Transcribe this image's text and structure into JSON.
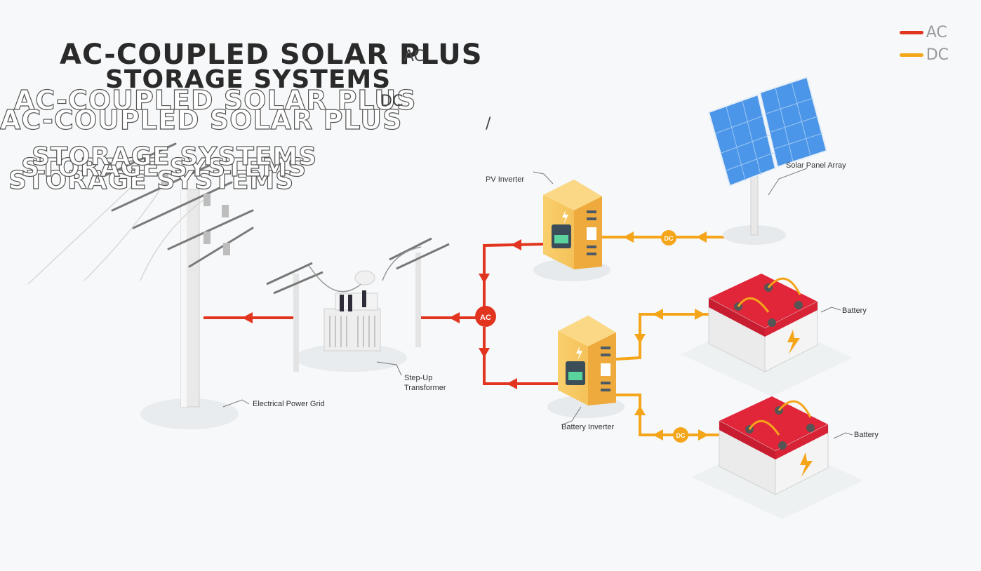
{
  "title": {
    "line1": "AC-COUPLED SOLAR PLUS",
    "line2": "STORAGE SYSTEMS",
    "ghost_line1": "AC-COUPLED SOLAR PLUS",
    "ghost_line2": "STORAGE SYSTEMS"
  },
  "stray_text": {
    "ac": "AC",
    "dc": "DC",
    "mark": "/"
  },
  "legend": [
    {
      "label": "AC",
      "color": "#e2351f"
    },
    {
      "label": "DC",
      "color": "#f5a51a"
    }
  ],
  "nodes": {
    "ac": "AC",
    "dc_top": "DC",
    "dc_bottom": "DC"
  },
  "labels": {
    "utility_grid": "Electrical Power Grid",
    "transformer": "Step-Up Transformer",
    "pv_inverter": "PV Inverter",
    "solar_array": "Solar Panel Array",
    "battery_inverter": "Battery Inverter",
    "battery_top": "Battery",
    "battery_bottom": "Battery"
  },
  "colors": {
    "ac_line": "#e2351f",
    "dc_line": "#f5a51a",
    "panel": "#4b96e8",
    "battery": "#e2263a",
    "cabinet": "#f7c255"
  }
}
